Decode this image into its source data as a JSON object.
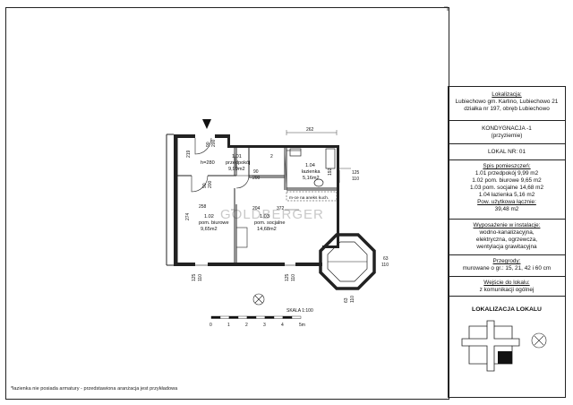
{
  "info": {
    "lokalizacja_title": "Lokalizacja:",
    "lokalizacja_line1": "Lubiechowo gm. Karlino, Lubiechowo 21",
    "lokalizacja_line2": "działka nr 197, obręb Lubiechowo",
    "kondygnacja": "KONDYGNACJA -1",
    "kondygnacja_sub": "(przyziemie)",
    "lokal_nr": "LOKAL NR: 01",
    "spis_title": "Spis pomieszczeń:",
    "rooms": [
      "1.01 przedpokój 9,99 m2",
      "1.02 pom. biurowe 9,65 m2",
      "1.03 pom. socjalne 14,68 m2",
      "1.04 łazienka 5,16 m2"
    ],
    "pow_title": "Pow. użytkowa łącznie:",
    "pow_value": "39,48 m2",
    "wyposazenie_title": "Wyposażenie w instalacje:",
    "wyposazenie_line1": "wodno-kanalizacyjna,",
    "wyposazenie_line2": "elektryczna, ogrzewcza,",
    "wyposazenie_line3": "wentylacja grawitacyjna",
    "przegrody_title": "Przegrody:",
    "przegrody_value": "murowane o gr.: 15, 21, 42 i 60 cm",
    "wejscie_title": "Wejście do lokalu:",
    "wejscie_value": "z komunikacji ogólnej",
    "lokalizacja_lokalu": "LOKALIZACJA LOKALU"
  },
  "plan": {
    "room_101_num": "1.01",
    "room_101_name": "przedpokój",
    "room_101_area": "9,99m2",
    "room_102_num": "1.02",
    "room_102_name": "pom. biurowe",
    "room_102_area": "9,65m2",
    "room_103_num": "1.03",
    "room_103_name": "pom. socjalne",
    "room_103_area": "14,68m2",
    "room_104_num": "1.04",
    "room_104_name": "łazienka",
    "room_104_area": "5,16m2",
    "height_label": "h=280",
    "aneks_label": "m-ce na aneks kuch.",
    "watermark": "GOLDBERGER",
    "dims": {
      "d262": "262",
      "d219": "219",
      "d258": "258",
      "d274": "274",
      "d204": "204",
      "d192": "192",
      "d125a": "125",
      "d110a": "110",
      "d125b": "125",
      "d110b": "110",
      "d125c": "125",
      "d110c": "110",
      "d63a": "63",
      "d110d": "110",
      "d63b": "63",
      "d110e": "110",
      "door1_top": "90",
      "door1_bot": "200",
      "door2_top": "90",
      "door2_bot": "200",
      "door3_top": "90",
      "door3_bot": "200",
      "d372": "372",
      "d2": "2"
    }
  },
  "scale": {
    "label": "SKALA 1:100",
    "ticks": [
      "0",
      "1",
      "2",
      "3",
      "4",
      "5m"
    ]
  },
  "footnote": "*łazienka nie posiada armatury - przedstawiona aranżacja jest przykładowa"
}
